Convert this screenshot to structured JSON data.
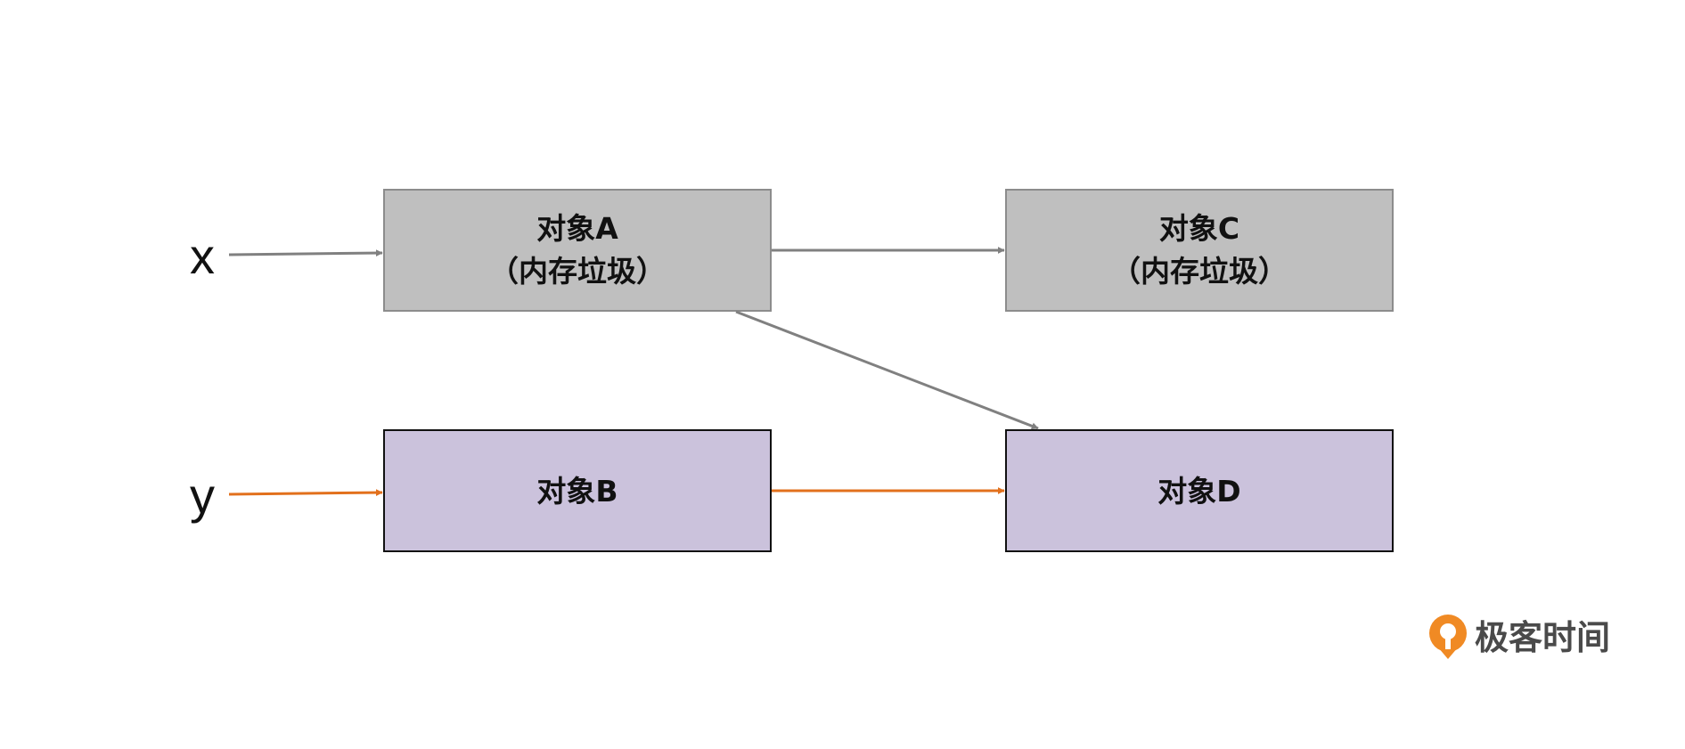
{
  "variables": {
    "x": "x",
    "y": "y"
  },
  "boxes": {
    "a": {
      "line1": "对象A",
      "line2": "（内存垃圾）"
    },
    "b": {
      "line1": "对象B"
    },
    "c": {
      "line1": "对象C",
      "line2": "（内存垃圾）"
    },
    "d": {
      "line1": "对象D"
    }
  },
  "logo": {
    "text": "极客时间",
    "icon": "geektime-logo-icon"
  },
  "colors": {
    "garbage_fill": "#bfbfbf",
    "garbage_stroke": "#8c8c8c",
    "live_fill": "#cbc2dc",
    "live_stroke": "#111111",
    "gray_arrow": "#808080",
    "orange_arrow": "#e2701c",
    "logo_orange": "#f08a24"
  }
}
